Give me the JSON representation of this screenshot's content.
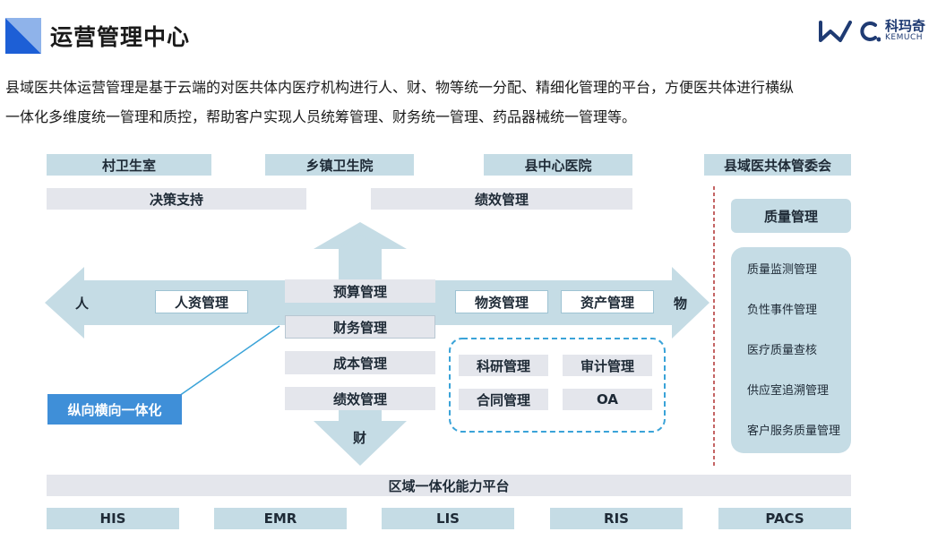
{
  "header": {
    "title": "运营管理中心",
    "logo_cn": "科玛奇",
    "logo_en": "KEMUCH",
    "accent_color": "#1d5fd6"
  },
  "description": {
    "line1": "县域医共体运营管理是基于云端的对医共体内医疗机构进行人、财、物等统一分配、精细化管理的平台，方便医共体进行横纵",
    "line2": "一体化多维度统一管理和质控，帮助客户实现人员统筹管理、财务统一管理、药品器械统一管理等。"
  },
  "diagram": {
    "institutions": [
      "村卫生室",
      "乡镇卫生院",
      "县中心医院"
    ],
    "committee": "县域医共体管委会",
    "top_modules": [
      "决策支持",
      "绩效管理"
    ],
    "arrow_left_label": "人",
    "arrow_right_label": "物",
    "arrow_down_label": "财",
    "hr": "人资管理",
    "center_stack": [
      "预算管理",
      "财务管理",
      "成本管理",
      "绩效管理"
    ],
    "right_modules": [
      "物资管理",
      "资产管理"
    ],
    "dashed_group": [
      "科研管理",
      "审计管理",
      "合同管理",
      "OA"
    ],
    "integration_label": "纵向横向一体化",
    "quality": {
      "title": "质量管理",
      "items": [
        "质量监测管理",
        "负性事件管理",
        "医疗质量查核",
        "供应室追溯管理",
        "客户服务质量管理"
      ]
    },
    "platform": "区域一体化能力平台",
    "systems": [
      "HIS",
      "EMR",
      "LIS",
      "RIS",
      "PACS"
    ]
  }
}
